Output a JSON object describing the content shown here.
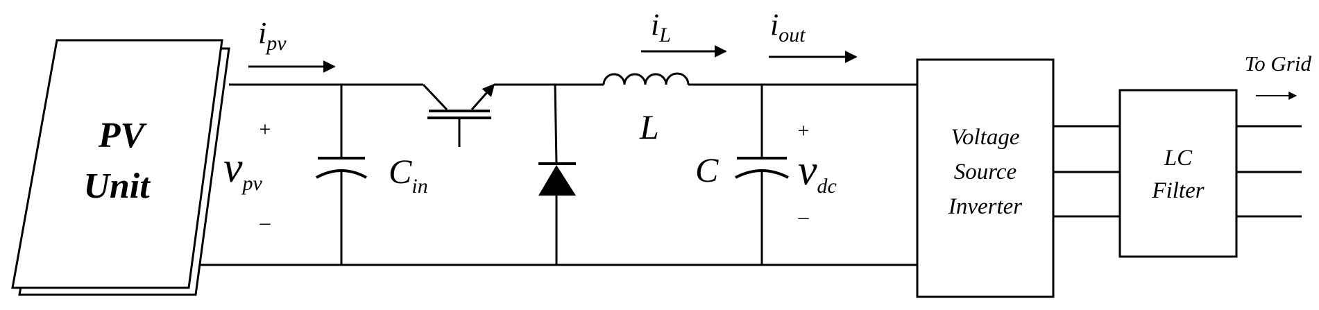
{
  "pv_unit": {
    "line1": "PV",
    "line2": "Unit"
  },
  "currents": {
    "ipv": {
      "base": "i",
      "sub": "pv"
    },
    "iL": {
      "base": "i",
      "sub": "L"
    },
    "iout": {
      "base": "i",
      "sub": "out"
    }
  },
  "voltages": {
    "vpv": {
      "base": "v",
      "sub": "pv",
      "plus": "+",
      "minus": "–"
    },
    "vdc": {
      "base": "v",
      "sub": "dc",
      "plus": "+",
      "minus": "–"
    }
  },
  "components": {
    "cin": {
      "base": "C",
      "sub": "in"
    },
    "inductor": "L",
    "cap": "C"
  },
  "inverter": {
    "line1": "Voltage",
    "line2": "Source",
    "line3": "Inverter"
  },
  "filter": {
    "line1": "LC",
    "line2": "Filter"
  },
  "to_grid": "To Grid"
}
